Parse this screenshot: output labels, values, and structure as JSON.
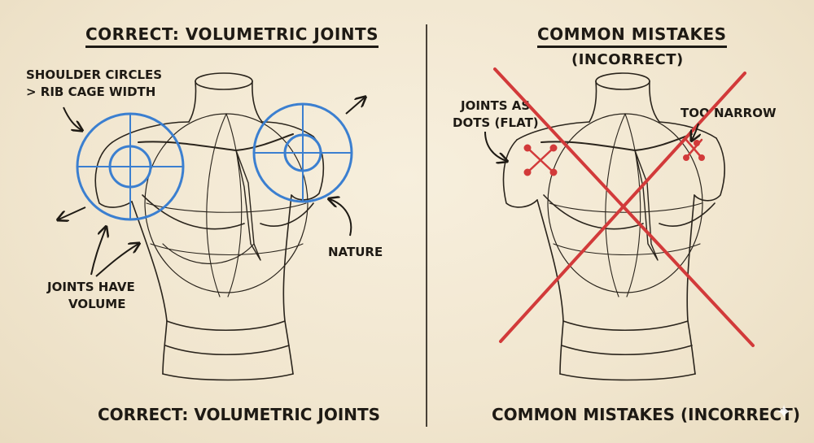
{
  "left": {
    "title": "CORRECT: VOLUMETRIC JOINTS",
    "caption": "CORRECT: VOLUMETRIC JOINTS",
    "notes": {
      "shoulder_line1": "SHOULDER CIRCLES",
      "shoulder_line2": "> RIB CAGE WIDTH",
      "nature": "NATURE",
      "joints_line1": "JOINTS HAVE",
      "joints_line2": "VOLUME"
    }
  },
  "right": {
    "title": "COMMON MISTAKES",
    "subtitle": "(INCORRECT)",
    "caption": "COMMON MISTAKES (INCORRECT)",
    "notes": {
      "dots_line1": "JOINTS AS",
      "dots_line2": "DOTS (FLAT)",
      "narrow": "TOO NARROW"
    }
  },
  "colors": {
    "paper": "#f3ead6",
    "ink": "#1e1a14",
    "correct_blue": "#3b7fd0",
    "mistake_red": "#d23a3a"
  },
  "icons": {
    "sparkle": "sparkle-icon"
  }
}
